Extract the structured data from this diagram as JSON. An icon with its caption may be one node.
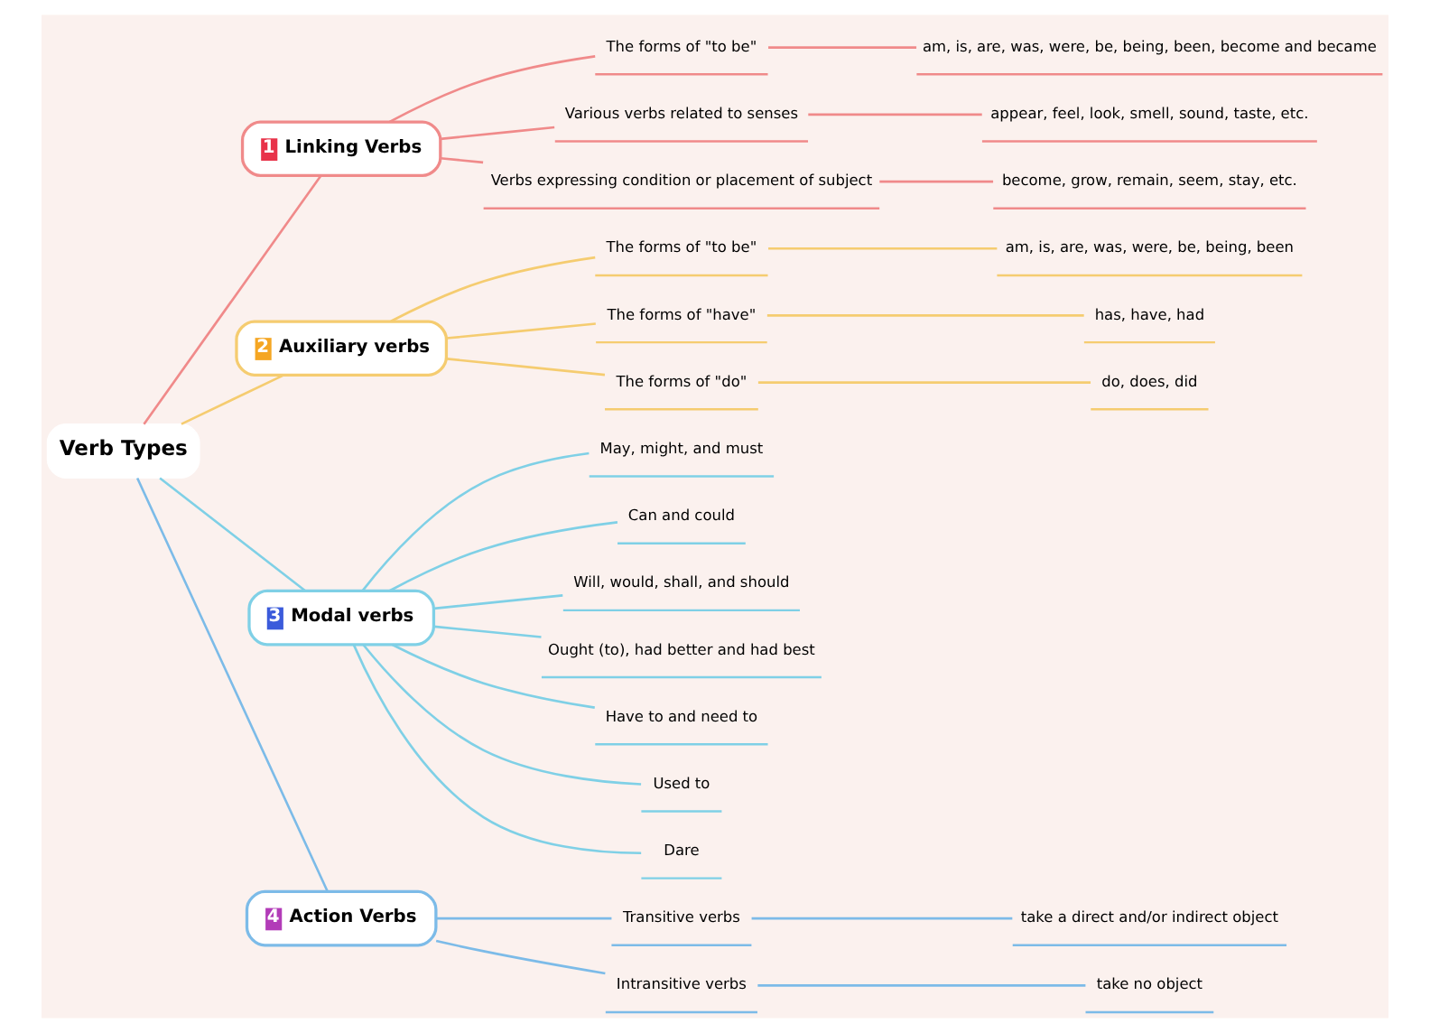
{
  "diagram": {
    "nodes": [
      {
        "text": [
          "Verb Types"
        ]
      },
      {
        "text": [
          "1",
          "Linking Verbs"
        ]
      },
      {
        "text": [
          "The forms of \"to be\""
        ]
      },
      {
        "text": [
          "am, is, are, was, were, be, being, been, become and became"
        ]
      },
      {
        "text": [
          "Various verbs related to senses"
        ]
      },
      {
        "text": [
          "appear, feel, look, smell, sound, taste, etc."
        ]
      },
      {
        "text": [
          "Verbs expressing condition or placement of subject"
        ]
      },
      {
        "text": [
          "become, grow, remain, seem, stay, etc."
        ]
      },
      {
        "text": [
          "2",
          "Auxiliary verbs"
        ]
      },
      {
        "text": [
          "The forms of \"to be\""
        ]
      },
      {
        "text": [
          "am, is, are, was, were, be, being, been"
        ]
      },
      {
        "text": [
          "The forms of \"have\""
        ]
      },
      {
        "text": [
          "has, have, had"
        ]
      },
      {
        "text": [
          "The forms of \"do\""
        ]
      },
      {
        "text": [
          "do, does, did"
        ]
      },
      {
        "text": [
          "3",
          "Modal verbs"
        ]
      },
      {
        "text": [
          "May, might, and must"
        ]
      },
      {
        "text": [
          "Can and could"
        ]
      },
      {
        "text": [
          "Will, would, shall, and should"
        ]
      },
      {
        "text": [
          "Ought (to), had better and had best"
        ]
      },
      {
        "text": [
          "Have to and need to"
        ]
      },
      {
        "text": [
          "Used to"
        ]
      },
      {
        "text": [
          "Dare"
        ]
      },
      {
        "text": [
          "4",
          "Action Verbs"
        ]
      },
      {
        "text": [
          "Transitive verbs"
        ]
      },
      {
        "text": [
          "take a direct and/or indirect object"
        ]
      },
      {
        "text": [
          "Intransitive verbs"
        ]
      },
      {
        "text": [
          "take no object"
        ]
      }
    ],
    "edges": [
      {
        "from": 0,
        "to": 1,
        "arrow": "none",
        "color": "#f08a8a"
      },
      {
        "from": 1,
        "to": 2,
        "arrow": "none",
        "color": "#f08a8a"
      },
      {
        "from": 2,
        "to": 3,
        "arrow": "none",
        "color": "#f08a8a"
      },
      {
        "from": 1,
        "to": 4,
        "arrow": "none",
        "color": "#f08a8a"
      },
      {
        "from": 4,
        "to": 5,
        "arrow": "none",
        "color": "#f08a8a"
      },
      {
        "from": 1,
        "to": 6,
        "arrow": "none",
        "color": "#f08a8a"
      },
      {
        "from": 6,
        "to": 7,
        "arrow": "none",
        "color": "#f08a8a"
      },
      {
        "from": 0,
        "to": 8,
        "arrow": "none",
        "color": "#f5cc70"
      },
      {
        "from": 8,
        "to": 9,
        "arrow": "none",
        "color": "#f5cc70"
      },
      {
        "from": 9,
        "to": 10,
        "arrow": "none",
        "color": "#f5cc70"
      },
      {
        "from": 8,
        "to": 11,
        "arrow": "none",
        "color": "#f5cc70"
      },
      {
        "from": 11,
        "to": 12,
        "arrow": "none",
        "color": "#f5cc70"
      },
      {
        "from": 8,
        "to": 13,
        "arrow": "none",
        "color": "#f5cc70"
      },
      {
        "from": 13,
        "to": 14,
        "arrow": "none",
        "color": "#f5cc70"
      },
      {
        "from": 0,
        "to": 15,
        "arrow": "none",
        "color": "#7fd0e6"
      },
      {
        "from": 15,
        "to": 16,
        "arrow": "none",
        "color": "#7fd0e6"
      },
      {
        "from": 15,
        "to": 17,
        "arrow": "none",
        "color": "#7fd0e6"
      },
      {
        "from": 15,
        "to": 18,
        "arrow": "none",
        "color": "#7fd0e6"
      },
      {
        "from": 15,
        "to": 19,
        "arrow": "none",
        "color": "#7fd0e6"
      },
      {
        "from": 15,
        "to": 20,
        "arrow": "none",
        "color": "#7fd0e6"
      },
      {
        "from": 15,
        "to": 21,
        "arrow": "none",
        "color": "#7fd0e6"
      },
      {
        "from": 15,
        "to": 22,
        "arrow": "none",
        "color": "#7fd0e6"
      },
      {
        "from": 0,
        "to": 23,
        "arrow": "none",
        "color": "#7cbbe8"
      },
      {
        "from": 23,
        "to": 24,
        "arrow": "none",
        "color": "#7cbbe8"
      },
      {
        "from": 24,
        "to": 25,
        "arrow": "none",
        "color": "#7cbbe8"
      },
      {
        "from": 23,
        "to": 26,
        "arrow": "none",
        "color": "#7cbbe8"
      },
      {
        "from": 26,
        "to": 27,
        "arrow": "none",
        "color": "#7cbbe8"
      }
    ]
  }
}
